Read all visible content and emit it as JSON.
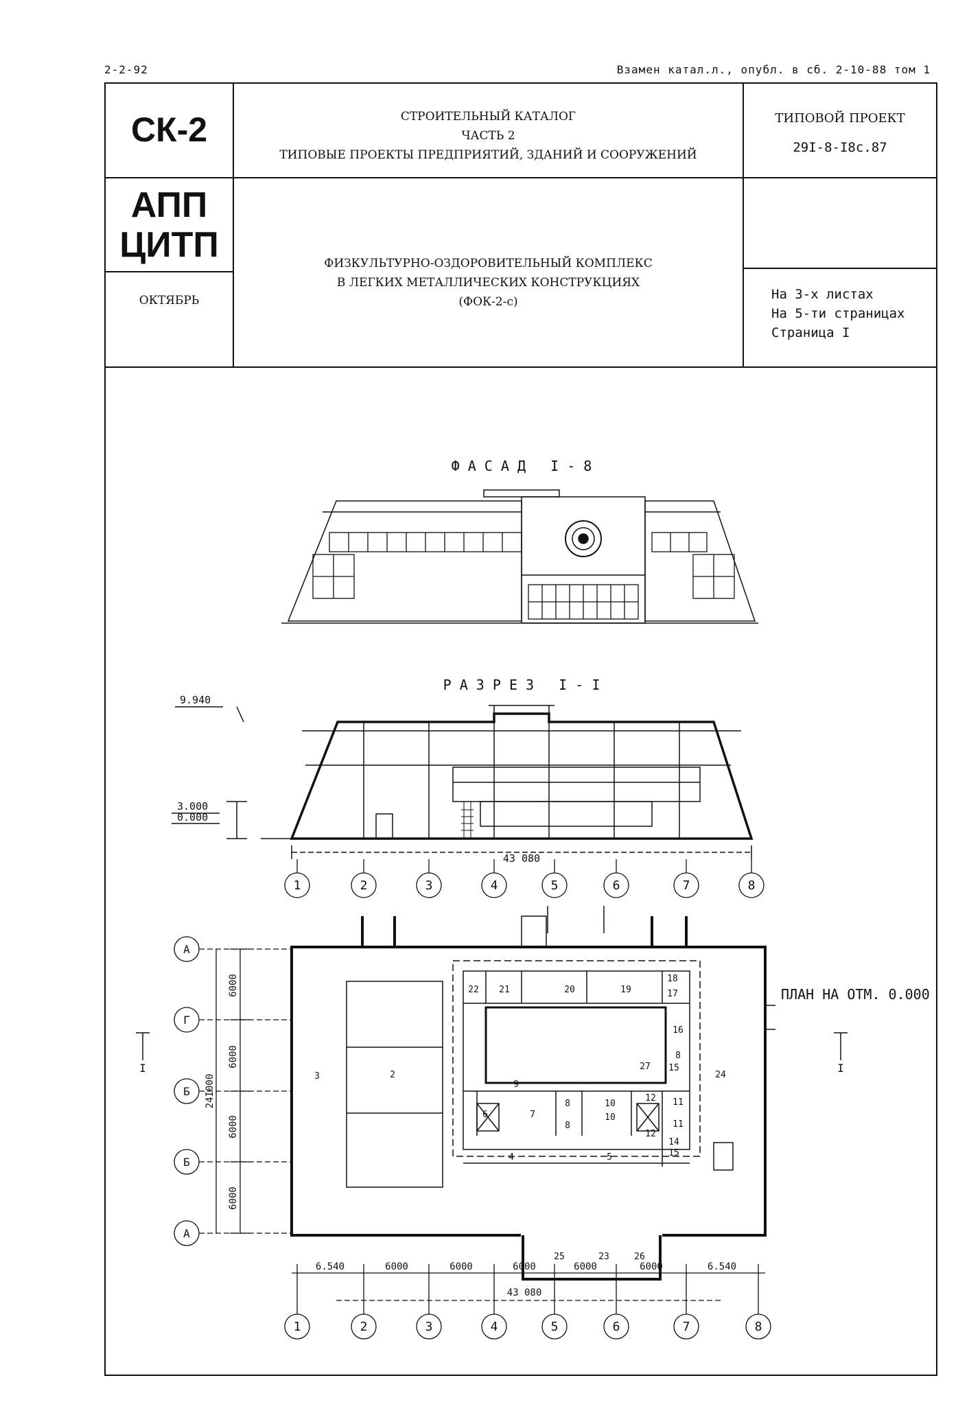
{
  "top": {
    "date": "2-2-92",
    "note": "Взамен катал.л., опубл. в сб. 2-10-88 том 1"
  },
  "header": {
    "code": "СК-2",
    "org_line1": "АПП",
    "org_line2": "ЦИТП",
    "month": "ОКТЯБРЬ",
    "catalog_line1": "СТРОИТЕЛЬНЫЙ КАТАЛОГ",
    "catalog_line2": "ЧАСТЬ 2",
    "catalog_line3": "ТИПОВЫЕ ПРОЕКТЫ ПРЕДПРИЯТИЙ, ЗДАНИЙ И СООРУЖЕНИЙ",
    "project_label": "ТИПОВОЙ ПРОЕКТ",
    "project_number": "29I-8-I8с.87",
    "object_line1": "ФИЗКУЛЬТУРНО-ОЗДОРОВИТЕЛЬНЫЙ КОМПЛЕКС",
    "object_line2": "В ЛЕГКИХ МЕТАЛЛИЧЕСКИХ КОНСТРУКЦИЯХ",
    "object_line3": "(ФОК-2-с)",
    "sheets": "На 3-х листах",
    "pages": "На 5-ти страницах",
    "page": "Страница I"
  },
  "facade": {
    "title": "Ф А С А Д   I - 8"
  },
  "section": {
    "title": "Р А З Р Е З   I - I",
    "elev_top": "9.940",
    "elev_mid": "3.000",
    "elev_zero": "0.000",
    "overall": "43 080",
    "axes": [
      "1",
      "2",
      "3",
      "4",
      "5",
      "6",
      "7",
      "8"
    ]
  },
  "plan": {
    "title": "ПЛАН НА ОТМ. 0.000",
    "cut_mark": "I",
    "rows_left": [
      "А",
      "Г",
      "Б",
      "Б",
      "А"
    ],
    "row_dims": [
      "6000",
      "6000",
      "6000",
      "6000"
    ],
    "row_total": "24I000",
    "bottom_dims": [
      "6.540",
      "6000",
      "6000",
      "6000",
      "6000",
      "6000",
      "6.540"
    ],
    "bottom_total": "43 080",
    "axes": [
      "1",
      "2",
      "3",
      "4",
      "5",
      "6",
      "7",
      "8"
    ],
    "rooms": [
      "2",
      "3",
      "4",
      "5",
      "6",
      "7",
      "8",
      "8",
      "9",
      "10",
      "10",
      "11",
      "11",
      "12",
      "12",
      "14",
      "15",
      "15",
      "16",
      "8",
      "17",
      "18",
      "19",
      "20",
      "21",
      "22",
      "23",
      "24",
      "25",
      "26",
      "27"
    ]
  }
}
